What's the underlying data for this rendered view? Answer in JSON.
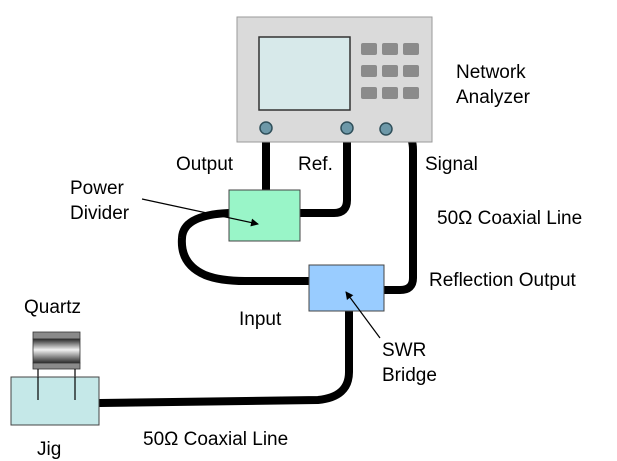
{
  "labels": {
    "network_analyzer_line1": "Network",
    "network_analyzer_line2": "Analyzer",
    "output": "Output",
    "ref": "Ref.",
    "signal": "Signal",
    "power_divider_line1": "Power",
    "power_divider_line2": "Divider",
    "coax_line_upper": "50Ω Coaxial Line",
    "reflection_output": "Reflection Output",
    "input": "Input",
    "quartz": "Quartz",
    "swr_bridge_line1": "SWR",
    "swr_bridge_line2": "Bridge",
    "jig": "Jig",
    "coax_line_lower": "50Ω Coaxial Line"
  },
  "colors": {
    "analyzer_body": "#dadada",
    "analyzer_screen": "#d7e9ea",
    "analyzer_button": "#8b8b8b",
    "connector": "#6d98a8",
    "power_divider": "#99f5c8",
    "swr_bridge": "#99ccff",
    "jig": "#c5e8e8",
    "cable": "#000000"
  }
}
